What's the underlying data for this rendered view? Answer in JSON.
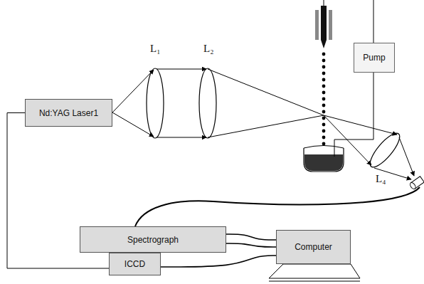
{
  "diagram": {
    "nodes": [
      {
        "text": [
          "Nd:YAG Laser1"
        ]
      },
      {
        "text": [
          "Pump"
        ]
      },
      {
        "text": [
          "Spectrograph"
        ]
      },
      {
        "text": [
          "ICCD"
        ]
      },
      {
        "text": [
          "Computer"
        ]
      }
    ],
    "edges": [
      {
        "from": 0,
        "to": 3,
        "arrow": "none"
      },
      {
        "from": 2,
        "to": 4,
        "arrow": "none"
      },
      {
        "from": 2,
        "to": 4,
        "arrow": "none"
      },
      {
        "from": 3,
        "to": 4,
        "arrow": "none"
      }
    ],
    "labels": [
      "L₁",
      "L₂",
      "L₄"
    ]
  }
}
